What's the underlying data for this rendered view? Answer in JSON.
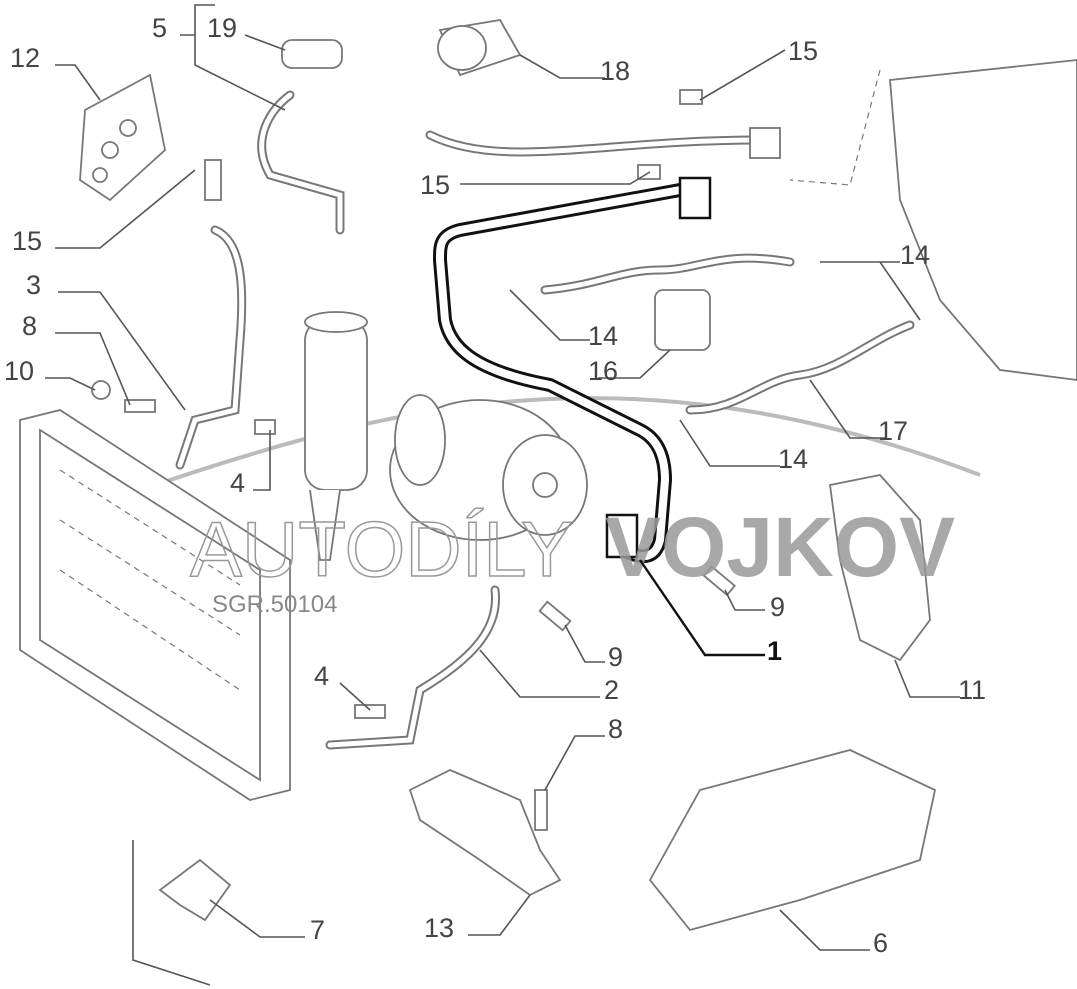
{
  "diagram": {
    "drawing_code": "SGR.50104",
    "watermark": {
      "part1": "AUTODÍLY",
      "part2": "VOJKOV"
    },
    "highlighted_part": "1",
    "callouts": {
      "c5": "5",
      "c19": "19",
      "c18": "18",
      "c15a": "15",
      "c12": "12",
      "c15b": "15",
      "c15c": "15",
      "c3": "3",
      "c8a": "8",
      "c10": "10",
      "c4a": "4",
      "c14a": "14",
      "c14b": "14",
      "c16": "16",
      "c17": "17",
      "c14c": "14",
      "c1": "1",
      "c9a": "9",
      "c9b": "9",
      "c11": "11",
      "c2": "2",
      "c4b": "4",
      "c8b": "8",
      "c13": "13",
      "c7": "7",
      "c6": "6"
    }
  }
}
